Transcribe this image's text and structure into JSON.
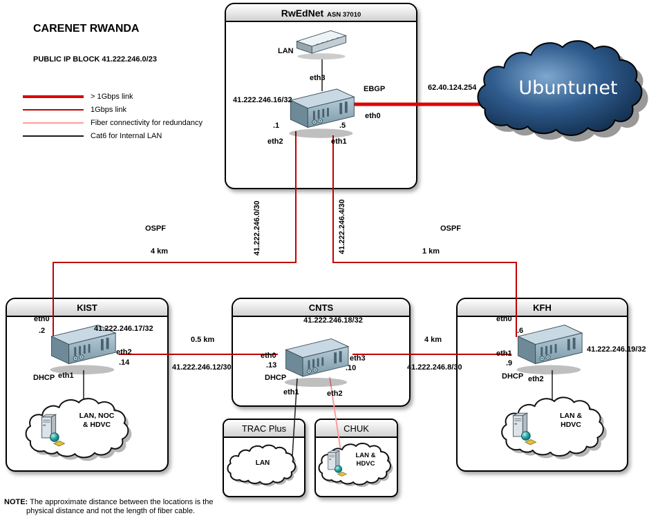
{
  "header": {
    "title": "CARENET RWANDA",
    "subtitle": "PUBLIC IP BLOCK 41.222.246.0/23"
  },
  "legend": {
    "items": [
      {
        "label": "> 1Gbps link",
        "color": "#dd0000"
      },
      {
        "label": "1Gbps link",
        "color": "#c00000"
      },
      {
        "label": "Fiber connectivity for redundancy",
        "color": "#ff9a9a"
      },
      {
        "label": "Cat6 for Internal LAN",
        "color": "#1a1a1a"
      }
    ]
  },
  "rwednet": {
    "name": "RwEdNet",
    "asn": "ASN 37010",
    "lan": "LAN",
    "eth3": "eth3",
    "loopback": "41.222.246.16/32",
    "ebgp": "EBGP",
    "eth0": "eth0",
    "ip_dot1": ".1",
    "ip_dot5": ".5",
    "eth2": "eth2",
    "eth1": "eth1"
  },
  "ubuntunet": {
    "name": "Ubuntunet",
    "peer_ip": "62.40.124.254"
  },
  "links": {
    "rwednet_kist": {
      "routing": "OSPF",
      "distance": "4 km",
      "subnet": "41.222.246.0/30"
    },
    "rwednet_kfh": {
      "routing": "OSPF",
      "distance": "1 km",
      "subnet": "41.222.246.4/30"
    },
    "kist_cnts": {
      "distance": "0.5 km",
      "subnet": "41.222.246.12/30"
    },
    "cnts_kfh": {
      "distance": "4 km",
      "subnet": "41.222.246.8/30"
    }
  },
  "kist": {
    "name": "KIST",
    "eth0": "eth0",
    "ip_dot2": ".2",
    "loopback": "41.222.246.17/32",
    "eth2": "eth2",
    "ip_dot14": ".14",
    "eth1": "eth1",
    "dhcp": "DHCP",
    "cloud_line1": "LAN, NOC",
    "cloud_line2": "& HDVC"
  },
  "cnts": {
    "name": "CNTS",
    "loopback": "41.222.246.18/32",
    "eth0": "eth0",
    "ip_dot13": ".13",
    "eth3": "eth3",
    "ip_dot10": ".10",
    "dhcp": "DHCP",
    "eth1": "eth1",
    "eth2": "eth2"
  },
  "trac_plus": {
    "name": "TRAC Plus",
    "cloud": "LAN"
  },
  "chuk": {
    "name": "CHUK",
    "cloud_line1": "LAN &",
    "cloud_line2": "HDVC"
  },
  "kfh": {
    "name": "KFH",
    "eth0": "eth0",
    "ip_dot6": ".6",
    "eth1": "eth1",
    "ip_dot9": ".9",
    "loopback": "41.222.246.19/32",
    "dhcp": "DHCP",
    "eth2": "eth2",
    "cloud_line1": "LAN &",
    "cloud_line2": "HDVC"
  },
  "note": {
    "label": "NOTE:",
    "line1": "The approximate distance between the locations is the",
    "line2": "physical distance and not the length of fiber cable."
  }
}
